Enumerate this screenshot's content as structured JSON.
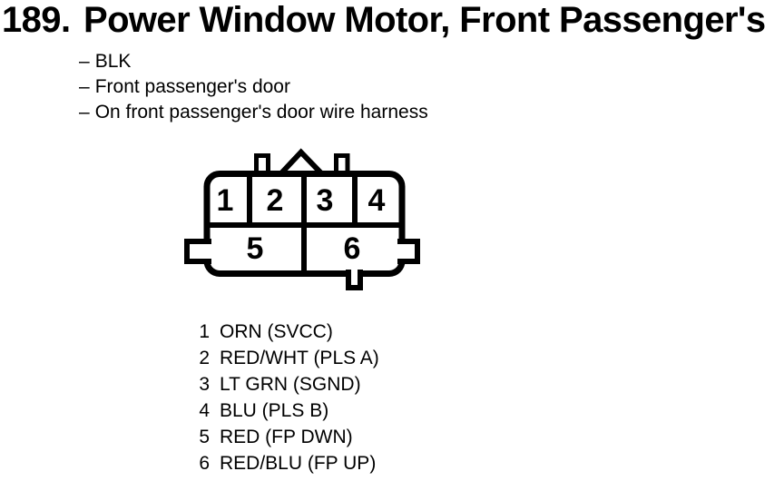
{
  "page_title": {
    "number": "189.",
    "text": "Power Window Motor, Front Passenger's"
  },
  "details": [
    {
      "dash": "–",
      "text": "BLK"
    },
    {
      "dash": "–",
      "text": "Front passenger's door"
    },
    {
      "dash": "–",
      "text": "On front passenger's door wire harness"
    }
  ],
  "connector": {
    "cavities": [
      "1",
      "2",
      "3",
      "4",
      "5",
      "6"
    ]
  },
  "pin_list": [
    {
      "num": "1",
      "label": "ORN (SVCC)"
    },
    {
      "num": "2",
      "label": "RED/WHT (PLS A)"
    },
    {
      "num": "3",
      "label": "LT GRN (SGND)"
    },
    {
      "num": "4",
      "label": "BLU (PLS B)"
    },
    {
      "num": "5",
      "label": "RED (FP DWN)"
    },
    {
      "num": "6",
      "label": "RED/BLU (FP UP)"
    }
  ],
  "colors": {
    "ink": "#000000",
    "paper": "#ffffff"
  }
}
